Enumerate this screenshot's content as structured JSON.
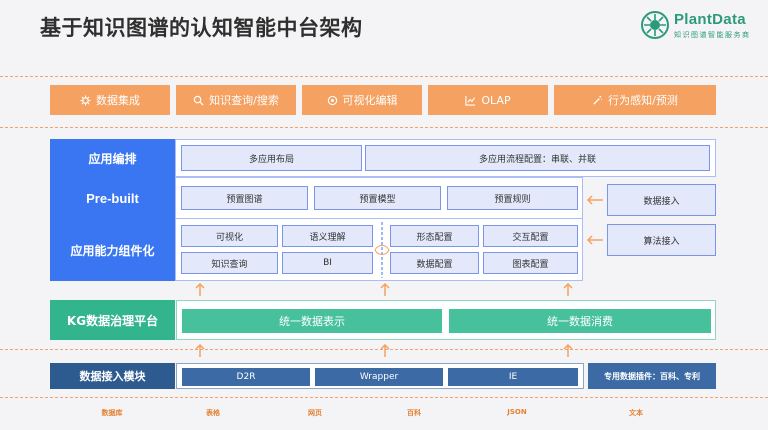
{
  "title": "基于知识图谱的认知智能中台架构",
  "logo": {
    "name": "PlantData",
    "subtitle": "知识图谱智能服务商"
  },
  "top_row": [
    {
      "label": "数据集成",
      "icon": "gear-icon"
    },
    {
      "label": "知识查询/搜索",
      "icon": "search-icon"
    },
    {
      "label": "可视化编辑",
      "icon": "target-icon"
    },
    {
      "label": "OLAP",
      "icon": "chart-icon"
    },
    {
      "label": "行为感知/预测",
      "icon": "magic-icon"
    }
  ],
  "app_layer": {
    "orchestration": {
      "label": "应用编排",
      "items": [
        "多应用布局",
        "多应用流程配置：串联、并联"
      ]
    },
    "prebuilt": {
      "label": "Pre-built",
      "items": [
        "预置图谱",
        "预置模型",
        "预置规则"
      ]
    },
    "components": {
      "label": "应用能力组件化",
      "left": [
        "可视化",
        "语义理解",
        "知识查询",
        "BI"
      ],
      "right": [
        "形态配置",
        "交互配置",
        "数据配置",
        "图表配置"
      ]
    },
    "side": [
      "数据接入",
      "算法接入"
    ]
  },
  "governance": {
    "label": "KG数据治理平台",
    "items": [
      "统一数据表示",
      "统一数据消费"
    ]
  },
  "ingest": {
    "label": "数据接入模块",
    "items": [
      "D2R",
      "Wrapper",
      "IE"
    ],
    "special": "专用数据插件：百科、专利"
  },
  "sources": [
    "数据库",
    "表格",
    "网页",
    "百科",
    "JSON",
    "文本"
  ],
  "colors": {
    "orange": "#f4a161",
    "blue": "#3a76f2",
    "green": "#32b48d",
    "navy": "#2e5b8f"
  }
}
